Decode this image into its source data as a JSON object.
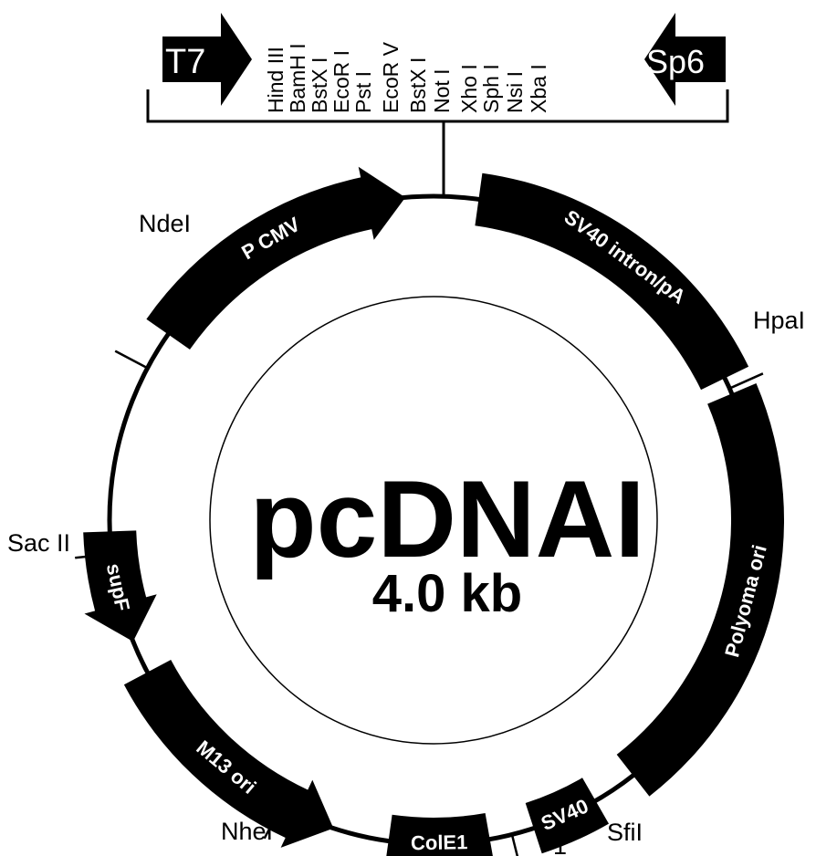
{
  "center": {
    "name": "pcDNAI",
    "size": "4.0 kb"
  },
  "promoters": {
    "left": "T7",
    "right": "Sp6"
  },
  "mcs_sites": [
    "Hind III",
    "BamH I",
    "BstX I",
    "EcoR I",
    "Pst I",
    "EcoR V",
    "BstX I",
    "Not I",
    "Xho I",
    "Sph I",
    "Nsi I",
    "Xba I"
  ],
  "features": [
    {
      "id": "pcmv",
      "label": "P CMV"
    },
    {
      "id": "sv40-intron",
      "label": "SV40 intron/pA"
    },
    {
      "id": "polyoma",
      "label": "Polyoma ori"
    },
    {
      "id": "sv40",
      "label": "SV40"
    },
    {
      "id": "cole1",
      "label": "ColE1"
    },
    {
      "id": "supf",
      "label": "supF"
    },
    {
      "id": "m13",
      "label": "M13 ori"
    }
  ],
  "sites": {
    "ndei": "NdeI",
    "hpai": "HpaI",
    "sacii": "Sac II",
    "nhei": "NheI",
    "sfii": "SfiI",
    "origin": "1"
  },
  "colors": {
    "ink": "#000000",
    "paper": "#ffffff"
  }
}
